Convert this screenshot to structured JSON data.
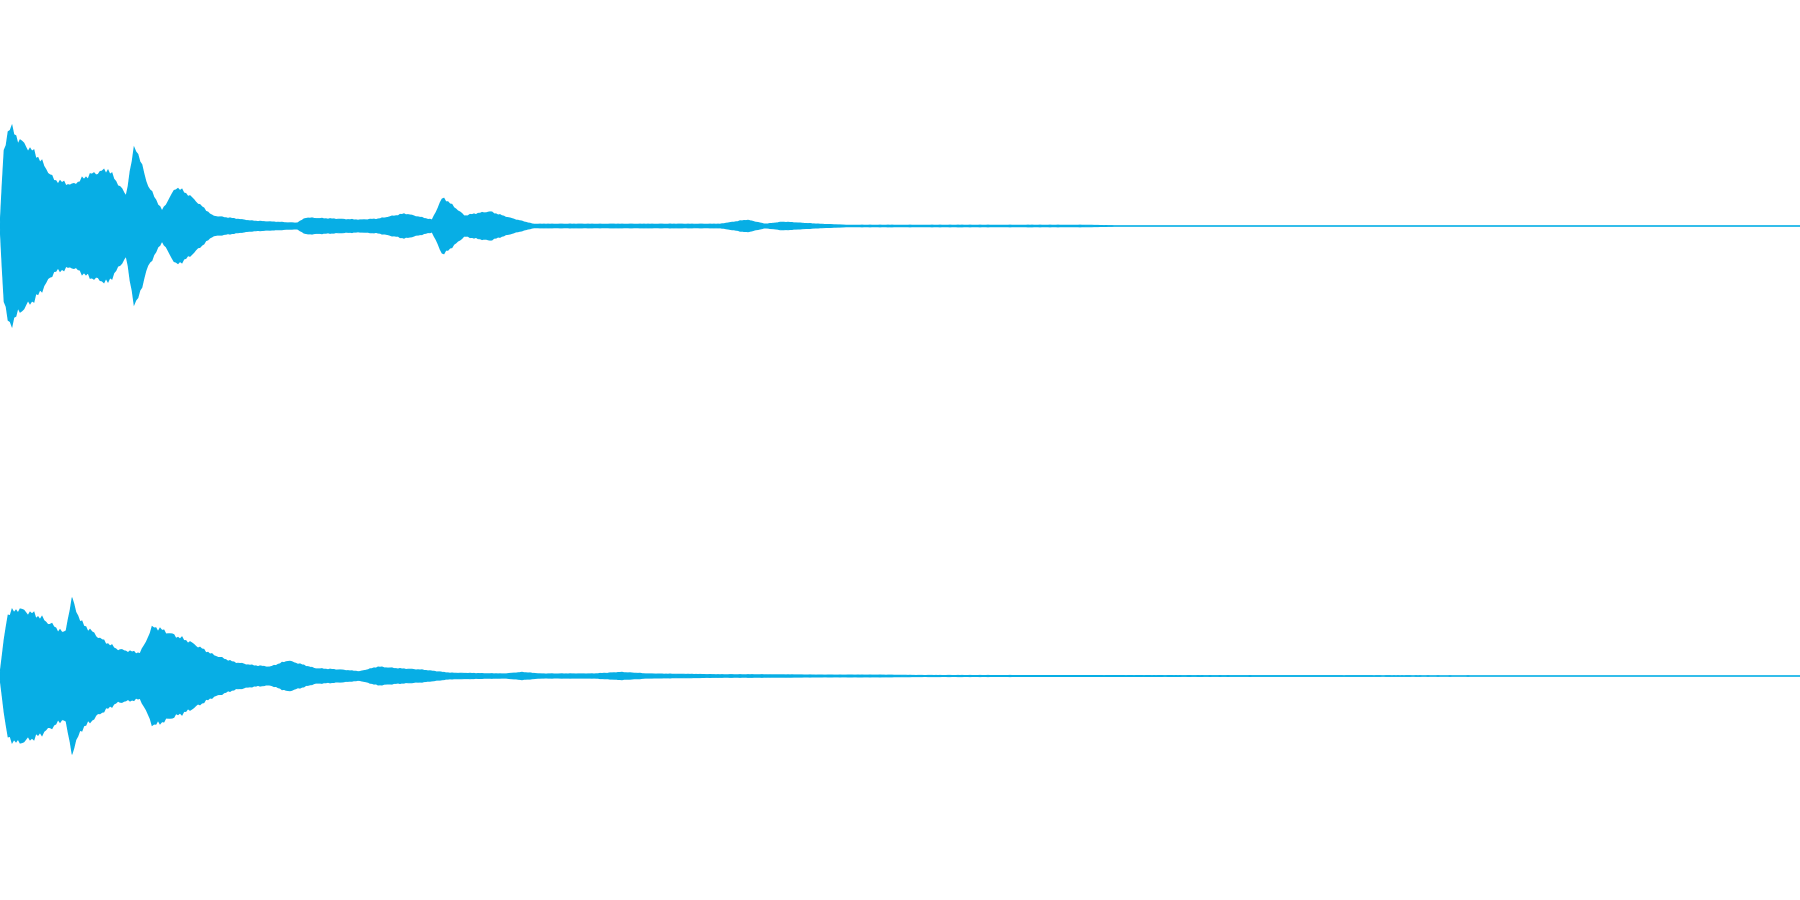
{
  "waveform": {
    "color": "#07aee5",
    "channels": [
      {
        "id": "channel-1",
        "envelope": [
          [
            0.0,
            0.02
          ],
          [
            0.002,
            0.7
          ],
          [
            0.005,
            0.98
          ],
          [
            0.01,
            0.85
          ],
          [
            0.02,
            0.7
          ],
          [
            0.03,
            0.45
          ],
          [
            0.04,
            0.4
          ],
          [
            0.05,
            0.5
          ],
          [
            0.06,
            0.55
          ],
          [
            0.07,
            0.3
          ],
          [
            0.075,
            0.8
          ],
          [
            0.082,
            0.4
          ],
          [
            0.09,
            0.15
          ],
          [
            0.098,
            0.38
          ],
          [
            0.105,
            0.3
          ],
          [
            0.118,
            0.1
          ],
          [
            0.14,
            0.05
          ],
          [
            0.165,
            0.03
          ],
          [
            0.17,
            0.08
          ],
          [
            0.185,
            0.07
          ],
          [
            0.2,
            0.06
          ],
          [
            0.21,
            0.07
          ],
          [
            0.225,
            0.12
          ],
          [
            0.24,
            0.06
          ],
          [
            0.246,
            0.28
          ],
          [
            0.258,
            0.1
          ],
          [
            0.264,
            0.12
          ],
          [
            0.272,
            0.14
          ],
          [
            0.283,
            0.08
          ],
          [
            0.296,
            0.02
          ],
          [
            0.34,
            0.02
          ],
          [
            0.38,
            0.02
          ],
          [
            0.4,
            0.02
          ],
          [
            0.415,
            0.06
          ],
          [
            0.425,
            0.02
          ],
          [
            0.435,
            0.04
          ],
          [
            0.455,
            0.02
          ],
          [
            0.47,
            0.01
          ],
          [
            0.5,
            0.01
          ],
          [
            0.555,
            0.01
          ],
          [
            0.6,
            0.01
          ],
          [
            0.62,
            0.005
          ],
          [
            1.0,
            0.005
          ]
        ]
      },
      {
        "id": "channel-2",
        "envelope": [
          [
            0.0,
            0.05
          ],
          [
            0.004,
            0.8
          ],
          [
            0.01,
            0.88
          ],
          [
            0.02,
            0.8
          ],
          [
            0.03,
            0.65
          ],
          [
            0.036,
            0.55
          ],
          [
            0.04,
            1.0
          ],
          [
            0.045,
            0.7
          ],
          [
            0.055,
            0.5
          ],
          [
            0.065,
            0.35
          ],
          [
            0.078,
            0.3
          ],
          [
            0.085,
            0.65
          ],
          [
            0.095,
            0.55
          ],
          [
            0.105,
            0.45
          ],
          [
            0.118,
            0.28
          ],
          [
            0.13,
            0.18
          ],
          [
            0.14,
            0.14
          ],
          [
            0.15,
            0.12
          ],
          [
            0.16,
            0.2
          ],
          [
            0.175,
            0.1
          ],
          [
            0.19,
            0.08
          ],
          [
            0.2,
            0.06
          ],
          [
            0.21,
            0.12
          ],
          [
            0.22,
            0.1
          ],
          [
            0.235,
            0.08
          ],
          [
            0.25,
            0.04
          ],
          [
            0.28,
            0.03
          ],
          [
            0.29,
            0.05
          ],
          [
            0.3,
            0.03
          ],
          [
            0.33,
            0.03
          ],
          [
            0.345,
            0.05
          ],
          [
            0.36,
            0.03
          ],
          [
            0.4,
            0.02
          ],
          [
            0.42,
            0.02
          ],
          [
            0.46,
            0.015
          ],
          [
            0.49,
            0.015
          ],
          [
            0.51,
            0.01
          ],
          [
            1.0,
            0.005
          ]
        ]
      }
    ]
  }
}
